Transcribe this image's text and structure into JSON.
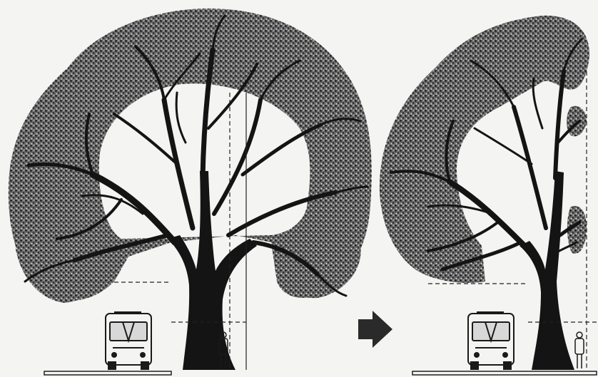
{
  "figure": {
    "panels": [
      {
        "id": "before",
        "state": "full-crown"
      },
      {
        "id": "after",
        "state": "pruned-crown"
      }
    ],
    "arrow": {
      "direction": "right",
      "icon": "arrow-right-icon"
    },
    "colors": {
      "background": "#f4f4f2",
      "foliage": "#3a3a3a",
      "trunk": "#141414",
      "line": "#222222"
    }
  }
}
